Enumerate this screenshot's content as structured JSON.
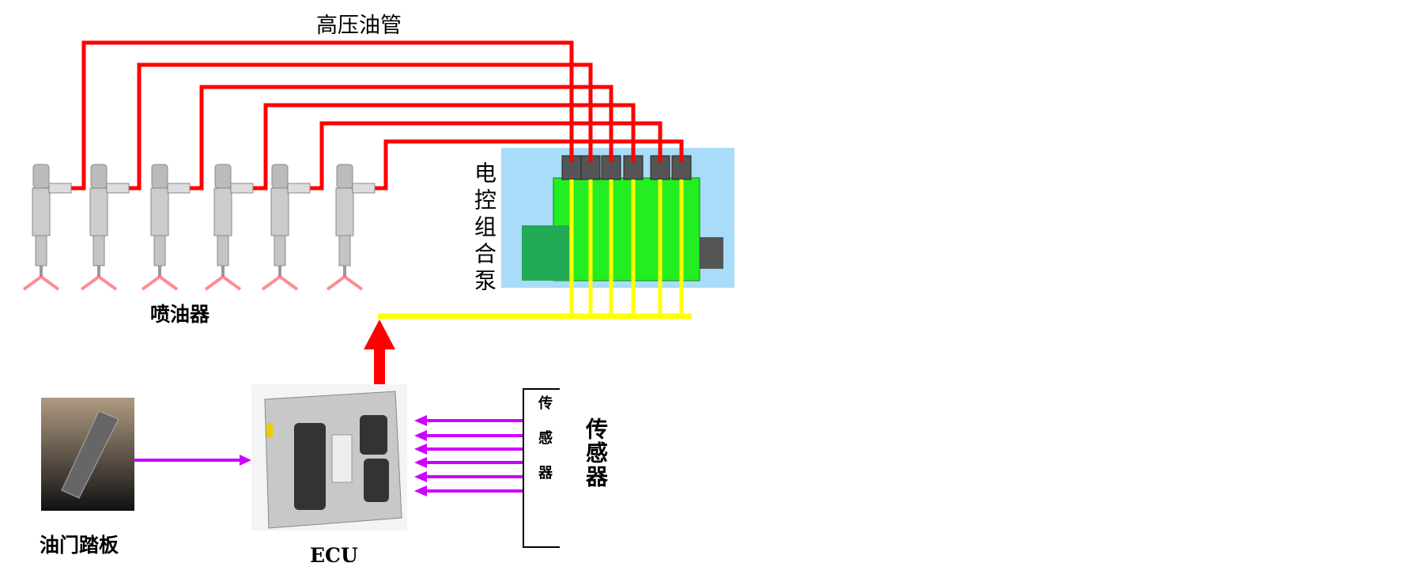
{
  "labels": {
    "high_pressure_pipe": "高压油管",
    "injectors": "喷油器",
    "pump": "电控组合泵",
    "ecu": "ECU",
    "throttle_pedal": "油门踏板",
    "sensor_box": "传感器",
    "sensors": "传感器"
  },
  "colors": {
    "fuel_pipe": "#ff0000",
    "control_line": "#ffff00",
    "signal_arrow": "#cc00ff",
    "pump_body": "#22ee22",
    "pump_bg": "#99d6ff"
  },
  "injector_count": 6,
  "sensor_signal_count": 6
}
